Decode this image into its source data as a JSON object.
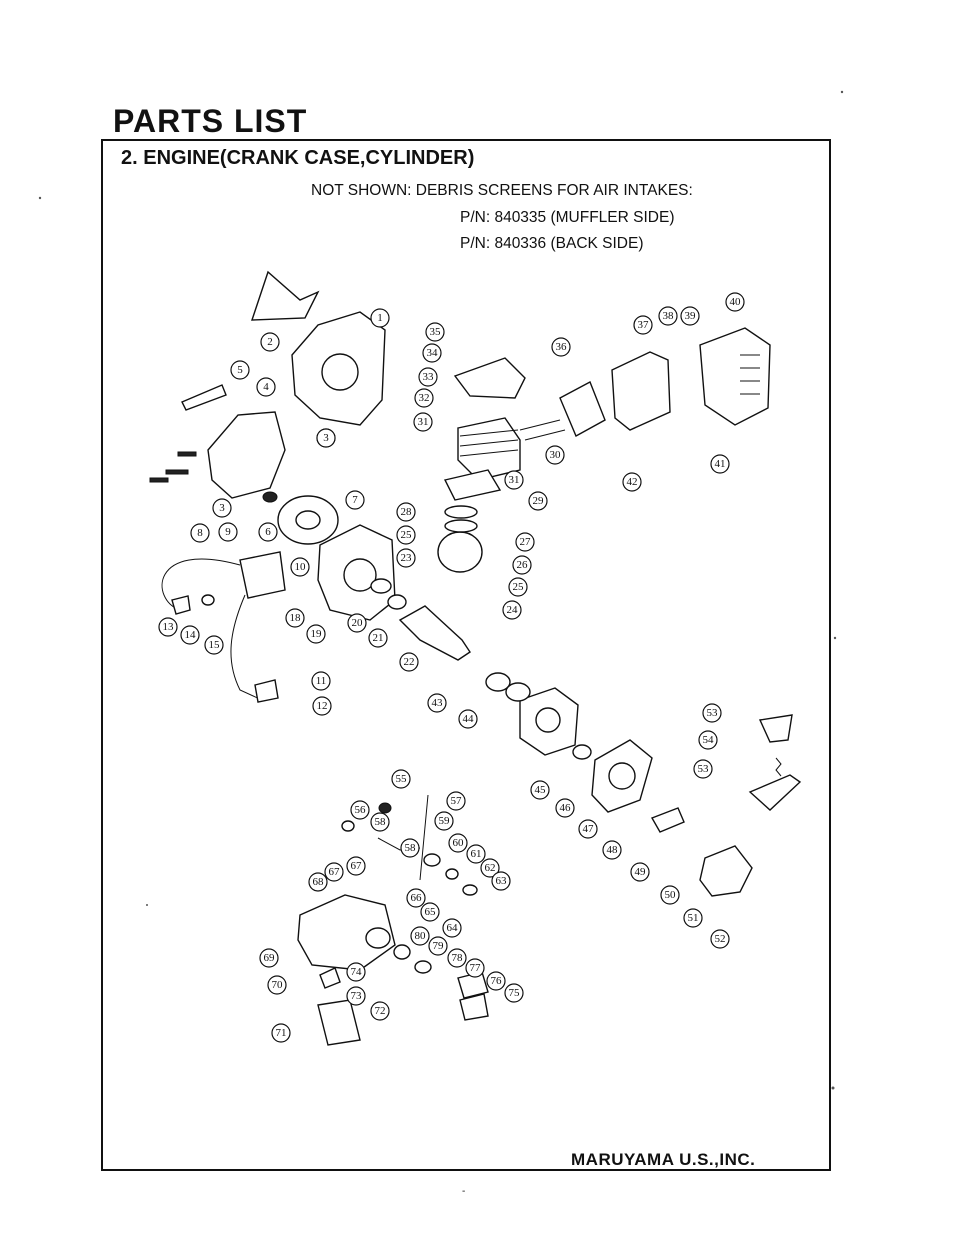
{
  "heading": "PARTS LIST",
  "section_title": "2. ENGINE(CRANK CASE,CYLINDER)",
  "notes": [
    "NOT SHOWN: DEBRIS SCREENS FOR AIR INTAKES:",
    "P/N: 840335 (MUFFLER SIDE)",
    "P/N: 840336 (BACK SIDE)"
  ],
  "company": "MARUYAMA U.S.,INC.",
  "page_mark": "-",
  "callout_numbers": [
    "1",
    "2",
    "3",
    "3",
    "3",
    "4",
    "5",
    "6",
    "7",
    "8",
    "9",
    "10",
    "11",
    "12",
    "13",
    "14",
    "15",
    "18",
    "19",
    "20",
    "21",
    "22",
    "23",
    "24",
    "25",
    "25",
    "26",
    "27",
    "28",
    "29",
    "30",
    "31",
    "31",
    "32",
    "33",
    "34",
    "35",
    "36",
    "37",
    "38",
    "39",
    "40",
    "41",
    "42",
    "43",
    "44",
    "45",
    "46",
    "47",
    "48",
    "49",
    "50",
    "51",
    "52",
    "53",
    "53",
    "54",
    "55",
    "56",
    "57",
    "58",
    "58",
    "59",
    "60",
    "61",
    "62",
    "63",
    "64",
    "65",
    "66",
    "67",
    "67",
    "68",
    "69",
    "70",
    "71",
    "72",
    "73",
    "74",
    "75",
    "76",
    "77",
    "78",
    "79",
    "80"
  ]
}
